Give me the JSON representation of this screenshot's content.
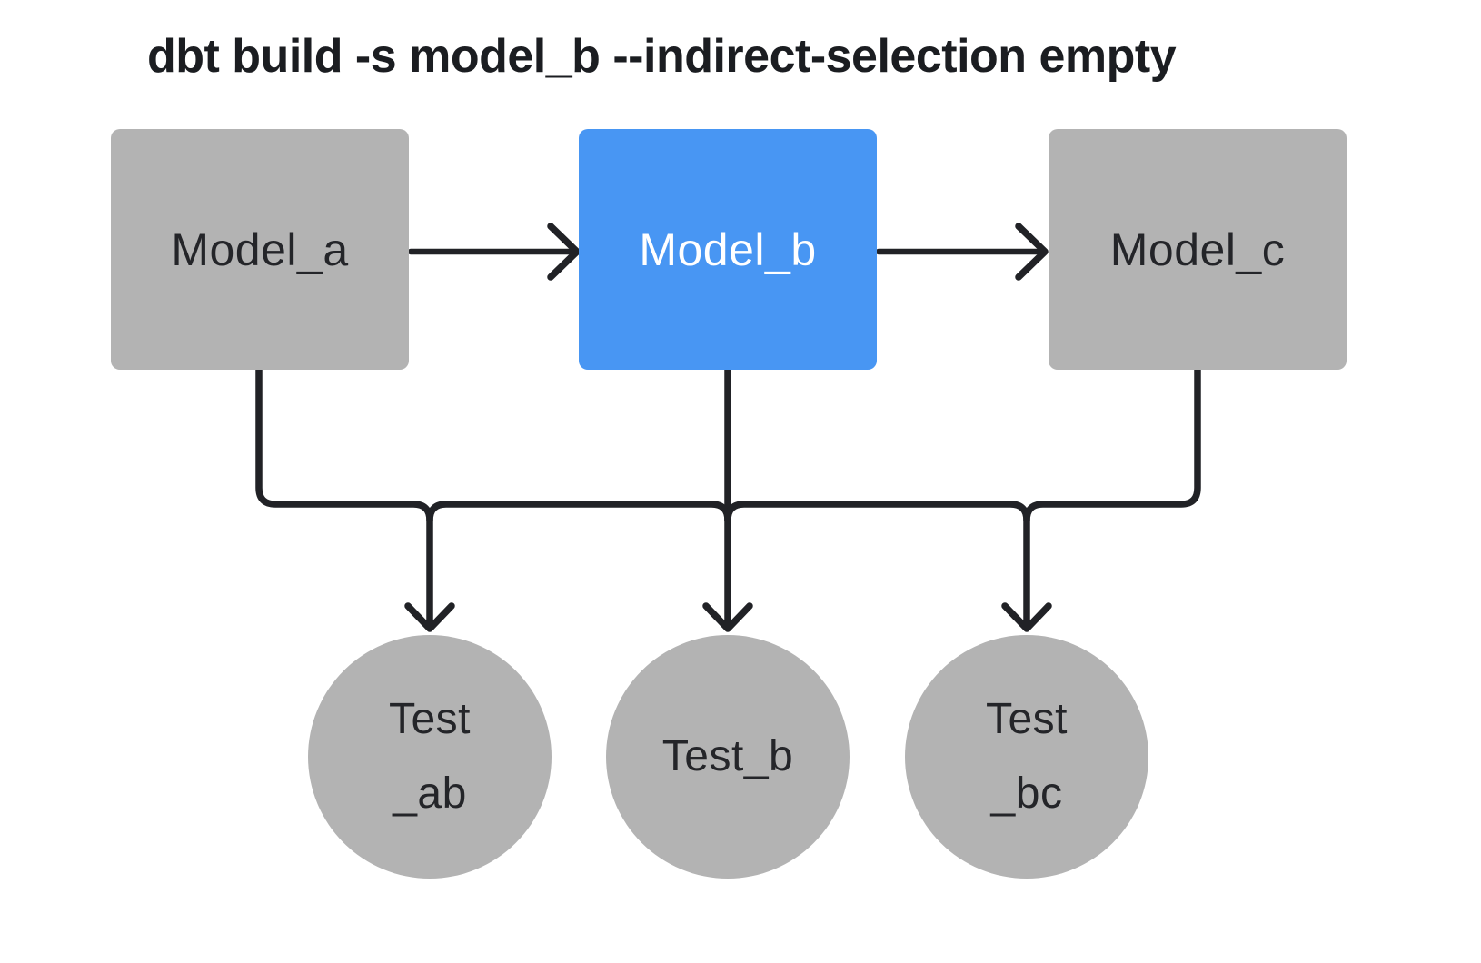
{
  "title": "dbt build -s model_b --indirect-selection empty",
  "colors": {
    "background": "#ffffff",
    "model_default": "#b3b3b3",
    "model_selected": "#4896f3",
    "edge": "#212226",
    "text_dark": "#242529",
    "text_light": "#ffffff",
    "title_text": "#1b1d21"
  },
  "diagram": {
    "models": [
      {
        "id": "model_a",
        "label": "Model_a",
        "selected": false
      },
      {
        "id": "model_b",
        "label": "Model_b",
        "selected": true
      },
      {
        "id": "model_c",
        "label": "Model_c",
        "selected": false
      }
    ],
    "tests": [
      {
        "id": "test_ab",
        "label_lines": [
          "Test",
          "_ab"
        ]
      },
      {
        "id": "test_b",
        "label_lines": [
          "Test_b"
        ]
      },
      {
        "id": "test_bc",
        "label_lines": [
          "Test",
          "_bc"
        ]
      }
    ],
    "edges": [
      {
        "from": "model_a",
        "to": "model_b"
      },
      {
        "from": "model_b",
        "to": "model_c"
      },
      {
        "from": "model_a",
        "to": "test_ab"
      },
      {
        "from": "model_b",
        "to": "test_ab"
      },
      {
        "from": "model_b",
        "to": "test_b"
      },
      {
        "from": "model_b",
        "to": "test_bc"
      },
      {
        "from": "model_c",
        "to": "test_bc"
      }
    ]
  }
}
